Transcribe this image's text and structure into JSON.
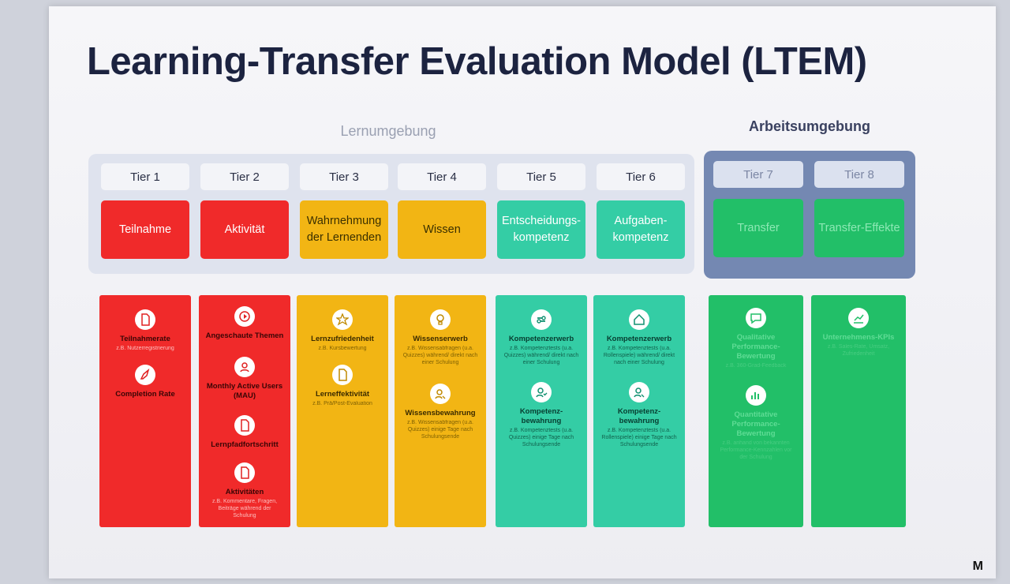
{
  "title": "Learning-Transfer Evaluation Model (LTEM)",
  "groups": {
    "lern": "Lernumgebung",
    "arbeit": "Arbeitsumgebung"
  },
  "tiers": [
    "Tier 1",
    "Tier 2",
    "Tier 3",
    "Tier 4",
    "Tier 5",
    "Tier 6",
    "Tier 7",
    "Tier 8"
  ],
  "boxes": [
    "Teilnahme",
    "Aktivität",
    "Wahrnehmung der Lernenden",
    "Wissen",
    "Entscheidungs-kompetenz",
    "Aufgaben-kompetenz",
    "Transfer",
    "Transfer-Effekte"
  ],
  "items": {
    "t1": [
      {
        "icon": "document-icon",
        "title": "Teilnahmerate",
        "desc": "z.B. Nutzerregistrierung"
      },
      {
        "icon": "rocket-icon",
        "title": "Completion Rate",
        "desc": ""
      }
    ],
    "t2": [
      {
        "icon": "play-icon",
        "title": "Angeschaute Themen",
        "desc": ""
      },
      {
        "icon": "user-icon",
        "title": "Monthly Active Users (MAU)",
        "desc": ""
      },
      {
        "icon": "document-icon",
        "title": "Lernpfadfortschritt",
        "desc": ""
      },
      {
        "icon": "document-icon",
        "title": "Aktivitäten",
        "desc": "z.B. Kommentare, Fragen, Beiträge während der Schulung"
      }
    ],
    "t3": [
      {
        "icon": "star-icon",
        "title": "Lernzufriedenheit",
        "desc": "z.B. Kursbewertung"
      },
      {
        "icon": "document-icon",
        "title": "Lerneffektivität",
        "desc": "z.B. Prä/Post-Evaluation"
      }
    ],
    "t4": [
      {
        "icon": "lightbulb-icon",
        "title": "Wissenserwerb",
        "desc": "z.B. Wissensabfragen (u.a. Quizzes) während/ direkt nach einer Schulung"
      },
      {
        "icon": "person-search-icon",
        "title": "Wissensbewahrung",
        "desc": "z.B. Wissensabfragen (u.a. Quizzes) einige Tage nach Schulungsende"
      }
    ],
    "t5": [
      {
        "icon": "link-icon",
        "title": "Kompetenzerwerb",
        "desc": "z.B. Kompetenztests (u.a. Quizzes) während/ direkt nach einer Schulung"
      },
      {
        "icon": "person-check-icon",
        "title": "Kompetenz-bewahrung",
        "desc": "z.B. Kompetenztests (u.a. Quizzes) einige Tage nach Schulungsende"
      }
    ],
    "t6": [
      {
        "icon": "house-icon",
        "title": "Kompetenzerwerb",
        "desc": "z.B. Kompetenztests (u.a. Rollenspiele) während/ direkt nach einer Schulung"
      },
      {
        "icon": "person-search-icon",
        "title": "Kompetenz-bewahrung",
        "desc": "z.B. Kompetenztests (u.a. Rollenspiele) einige Tage nach Schulungsende"
      }
    ],
    "t7": [
      {
        "icon": "chat-icon",
        "title": "Qualitative Performance-Bewertung",
        "desc": "z.B. 360-Grad-Feedback"
      },
      {
        "icon": "bar-chart-icon",
        "title": "Quantitative Performance-Bewertung",
        "desc": "z.B. anhand von bekannten Performance-Kennzahlen vor der Schulung"
      }
    ],
    "t8": [
      {
        "icon": "line-chart-icon",
        "title": "Unternehmens-KPIs",
        "desc": "z.B. Sales-Rate, Umsatz, Zufriedenheit"
      }
    ]
  },
  "logo": "M"
}
